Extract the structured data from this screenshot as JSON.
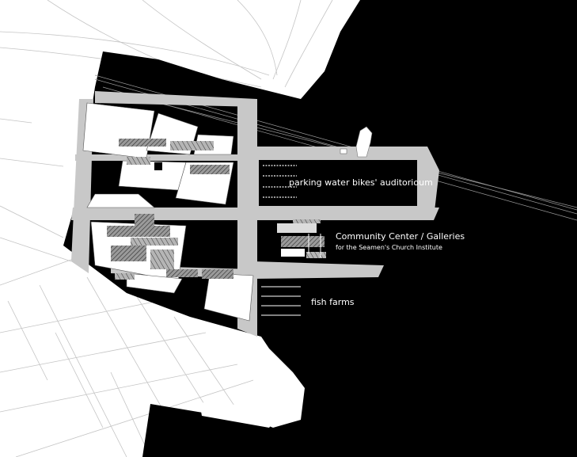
{
  "labels": {
    "parking": "parking water bikes' auditorioum",
    "community_center": "Community Center / Galleries",
    "community_center_sub": "for the Seamen's Church Institute",
    "fish_farms": "fish farms"
  },
  "colors": {
    "water": "#000000",
    "land": "#ffffff",
    "pier": "#c8c8c8",
    "block_fill": "#ffffff",
    "hatch": "#7a7a7a",
    "street_lines": "#bdbdbd"
  }
}
